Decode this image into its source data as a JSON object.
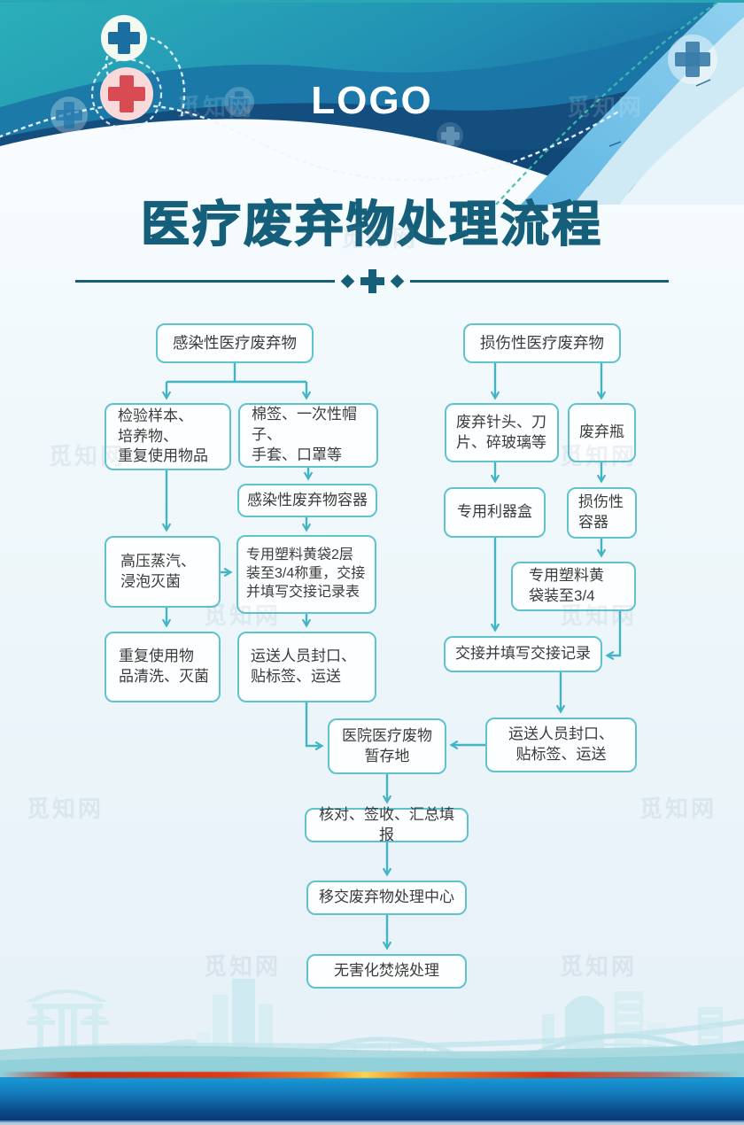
{
  "poster": {
    "logo": "LOGO",
    "watermark": "觅知网",
    "title": "医疗废弃物处理流程"
  },
  "colors": {
    "title_teal": "#155f7b",
    "box_border": "#5fc3cf",
    "arrow": "#43b4c4",
    "header_teal": "#2aa4b3",
    "header_navy": "#124e7e",
    "footer_blue": "#1173b4",
    "accent_red_cross": "#d94b52"
  },
  "flowchart": {
    "nodes": {
      "infectious_root": {
        "label": "感染性医疗废弃物"
      },
      "inf_items_samples": {
        "label": "检验样本、\n培养物、\n重复使用物品"
      },
      "inf_items_disposable": {
        "label": "棉签、一次性帽子、\n手套、口罩等"
      },
      "inf_container": {
        "label": "感染性废弃物容器"
      },
      "sterilize": {
        "label": "高压蒸汽、\n浸泡灭菌"
      },
      "yellow_bag_weigh": {
        "label": "专用塑料黄袋2层\n装至3/4称重，交接\n并填写交接记录表"
      },
      "reuse_clean": {
        "label": "重复使用物\n品清洗、灭菌"
      },
      "transport_left": {
        "label": "运送人员封口、\n贴标签、运送"
      },
      "injury_root": {
        "label": "损伤性医疗废弃物"
      },
      "needles": {
        "label": "废弃针头、刀\n片、碎玻璃等"
      },
      "bottles": {
        "label": "废弃瓶"
      },
      "sharps_box": {
        "label": "专用利器盒"
      },
      "injury_container": {
        "label": "损伤性\n容器"
      },
      "yellow_bag_34": {
        "label": "专用塑料黄\n袋装至3/4"
      },
      "handover_record": {
        "label": "交接并填写交接记录"
      },
      "transport_right": {
        "label": "运送人员封口、\n贴标签、运送"
      },
      "storage": {
        "label": "医院医疗废物\n暂存地"
      },
      "check_report": {
        "label": "核对、签收、汇总填报"
      },
      "transfer_center": {
        "label": "移交废弃物处理中心"
      },
      "incinerate": {
        "label": "无害化焚烧处理"
      }
    },
    "edges": [
      [
        "infectious_root",
        "inf_items_samples"
      ],
      [
        "infectious_root",
        "inf_items_disposable"
      ],
      [
        "inf_items_disposable",
        "inf_container"
      ],
      [
        "inf_items_samples",
        "sterilize"
      ],
      [
        "inf_container",
        "yellow_bag_weigh"
      ],
      [
        "sterilize",
        "yellow_bag_weigh"
      ],
      [
        "sterilize",
        "reuse_clean"
      ],
      [
        "yellow_bag_weigh",
        "transport_left"
      ],
      [
        "transport_left",
        "storage"
      ],
      [
        "injury_root",
        "needles"
      ],
      [
        "injury_root",
        "bottles"
      ],
      [
        "needles",
        "sharps_box"
      ],
      [
        "bottles",
        "injury_container"
      ],
      [
        "sharps_box",
        "handover_record"
      ],
      [
        "injury_container",
        "yellow_bag_34"
      ],
      [
        "yellow_bag_34",
        "handover_record"
      ],
      [
        "handover_record",
        "transport_right"
      ],
      [
        "transport_right",
        "storage"
      ],
      [
        "storage",
        "check_report"
      ],
      [
        "check_report",
        "transfer_center"
      ],
      [
        "transfer_center",
        "incinerate"
      ]
    ]
  }
}
